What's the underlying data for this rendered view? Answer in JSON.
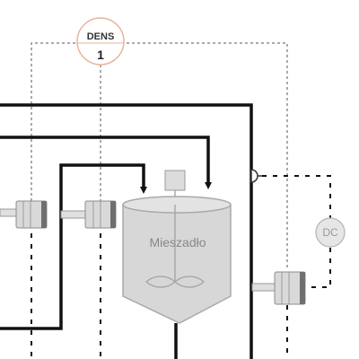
{
  "diagram": {
    "density_instrument": {
      "tag": "DENS",
      "number": "1"
    },
    "controller": {
      "label": "DC"
    },
    "mixer_tank": {
      "label": "Mieszadło"
    }
  },
  "colors": {
    "pipe": "#111111",
    "equipment_fill": "#d7d7d7",
    "instrument_ring": "#e8b49a"
  }
}
